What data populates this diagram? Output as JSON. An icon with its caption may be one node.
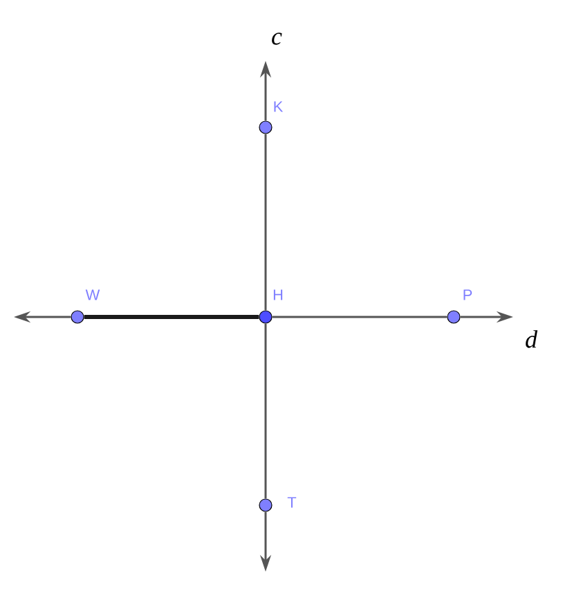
{
  "diagram": {
    "nodes": [
      {
        "text": [],
        "shape": "circle",
        "beside": [
          "K"
        ]
      },
      {
        "text": [],
        "shape": "circle",
        "beside": [
          "W"
        ]
      },
      {
        "text": [],
        "shape": "circle",
        "beside": [
          "H"
        ]
      },
      {
        "text": [],
        "shape": "circle",
        "beside": [
          "P"
        ]
      },
      {
        "text": [],
        "shape": "circle",
        "beside": [
          "T"
        ]
      }
    ],
    "edges": [
      {
        "from": 0,
        "to": null,
        "arrow": "to"
      },
      {
        "from": 0,
        "to": 2,
        "arrow": "none"
      },
      {
        "from": 2,
        "to": 4,
        "arrow": "none"
      },
      {
        "from": 4,
        "to": null,
        "arrow": "to"
      },
      {
        "from": 1,
        "to": null,
        "arrow": "to"
      },
      {
        "from": 1,
        "to": 2,
        "arrow": "none",
        "style": "thick",
        "color": "#1a1a1a"
      },
      {
        "from": 2,
        "to": 3,
        "arrow": "none"
      },
      {
        "from": 3,
        "to": null,
        "arrow": "to"
      }
    ],
    "labels": [
      "c",
      "d"
    ]
  }
}
